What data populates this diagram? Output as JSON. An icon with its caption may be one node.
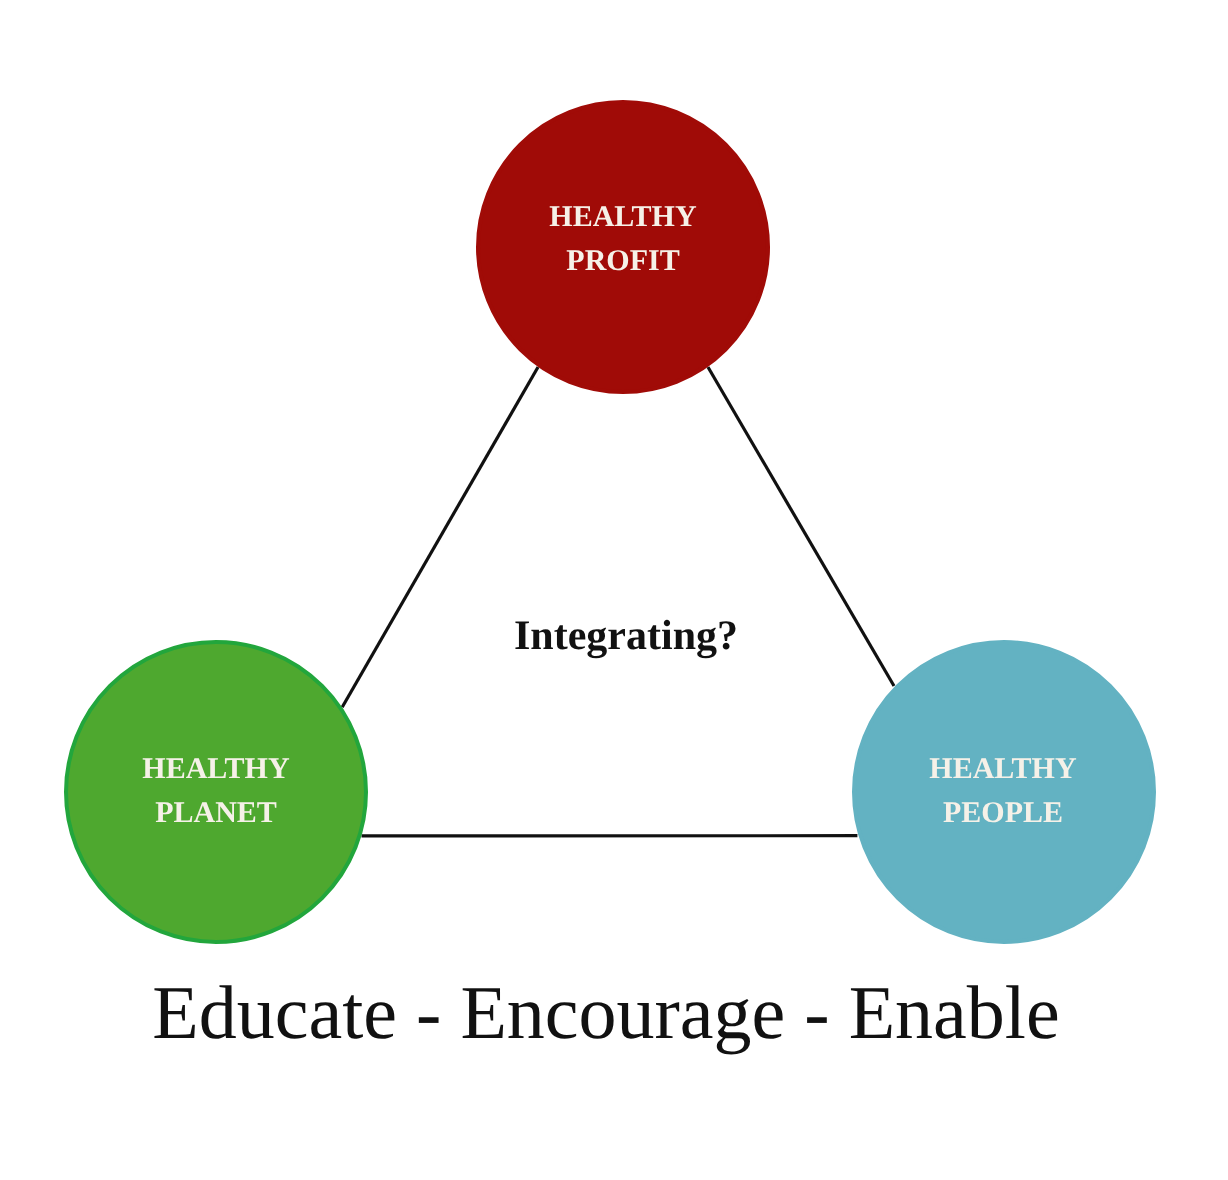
{
  "diagram": {
    "caption": "Educate - Encourage - Enable",
    "nodes": [
      {
        "text": [
          "HEALTHY PROFIT"
        ]
      },
      {
        "text": [
          "HEALTHY PLANET"
        ]
      },
      {
        "text": [
          "HEALTHY PEOPLE"
        ]
      }
    ],
    "edges": [
      {
        "from": 0,
        "to": 1,
        "arrow": "none"
      },
      {
        "from": 0,
        "to": 2,
        "arrow": "none"
      },
      {
        "from": 1,
        "to": 2,
        "arrow": "none"
      }
    ],
    "labels": [
      "Integrating?"
    ]
  }
}
